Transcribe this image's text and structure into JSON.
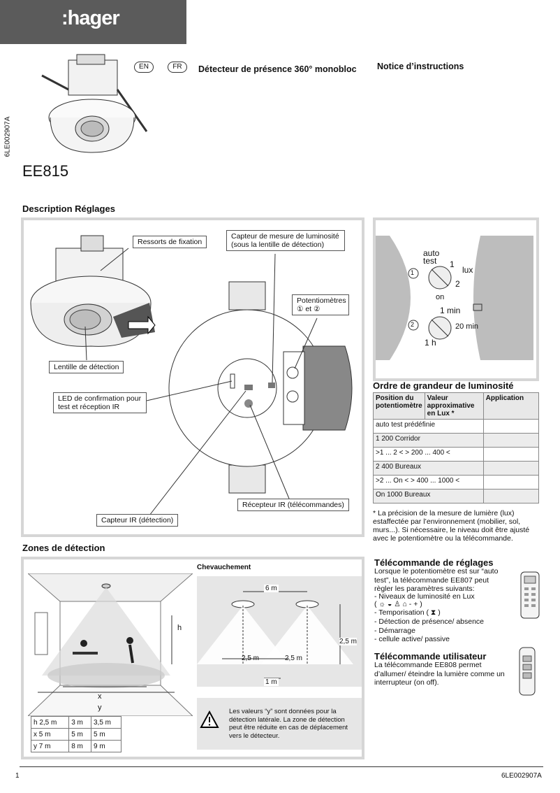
{
  "header": {
    "brand": ":hager",
    "lang_en": "EN",
    "lang_fr": "FR",
    "title": "Détecteur de présence 360° monobloc",
    "doc_type": "Notice d’instructions",
    "doc_ref": "6LE002907A",
    "model": "EE815"
  },
  "description": {
    "heading": "Description Réglages",
    "callouts": {
      "springs": "Ressorts de fixation",
      "light_sensor": "Capteur de mesure de luminosité (sous la lentille de détection)",
      "potentiometers": "Potentiomètres ① et ②",
      "lens": "Lentille de détection",
      "led": "LED de confirmation pour test et réception IR",
      "ir_receiver": "Récepteur IR (télécommandes)",
      "ir_sensor": "Capteur IR (détection)"
    }
  },
  "dials": {
    "dial1": "1",
    "dial2": "2",
    "auto_test": "auto test",
    "lux": "lux",
    "mark1": "1",
    "mark2": "2",
    "on": "on",
    "min1": "1 min",
    "min20": "20 min",
    "h1": "1 h"
  },
  "luminosity": {
    "heading": "Ordre de grandeur de luminosité",
    "columns": [
      "Position du potentiomètre",
      "Valeur approximative en Lux *",
      "Application"
    ],
    "rows": [
      "auto test prédéfinie",
      "1 200 Corridor",
      ">1 ... 2 < > 200 ... 400 <",
      "2 400 Bureaux",
      ">2 ... On < > 400 ... 1000 <",
      "On 1000 Bureaux"
    ],
    "note": "* La précision de la mesure de lumière (lux) estaffectée par l’environnement (mobilier, sol, murs...). Si nécessaire, le niveau doit être ajusté avec le potentiomètre ou la télécommande."
  },
  "detection": {
    "heading": "Zones de détection",
    "overlap": "Chevauchement",
    "d6m": "6 m",
    "d25a": "2,5 m",
    "d25b": "2,5 m",
    "d25h": "2,5 m",
    "d1m": "1 m",
    "label_h": "h",
    "label_x": "x",
    "label_y": "y",
    "dims": [
      [
        "h 2,5 m",
        "3 m",
        "3,5 m"
      ],
      [
        "x 5 m",
        "5 m",
        "5 m"
      ],
      [
        "y 7 m",
        "8 m",
        "9 m"
      ]
    ],
    "warning": "Les valeurs “y” sont données pour la détection latérale. La zone de détection peut être réduite en cas de déplacement vers le détecteur."
  },
  "remote_settings": {
    "heading": "Télécommande de réglages",
    "body": "Lorsque le potentiomètre est sur “auto test”, la télécommande EE807 peut règler les paramètres suivants:",
    "items": [
      "- Niveaux de luminosité en Lux",
      "( ☼  ◒  ♙  ⌂  -  + )",
      "- Temporisation ( ⧗ )",
      "- Détection de présence/ absence",
      "- Démarrage",
      "- cellule active/ passive"
    ]
  },
  "remote_user": {
    "heading": "Télécommande utilisateur",
    "body": "La télécommande EE808 permet d’allumer/ éteindre la lumière comme un interrupteur (on off)."
  },
  "footer": {
    "page": "1",
    "ref": "6LE002907A"
  }
}
